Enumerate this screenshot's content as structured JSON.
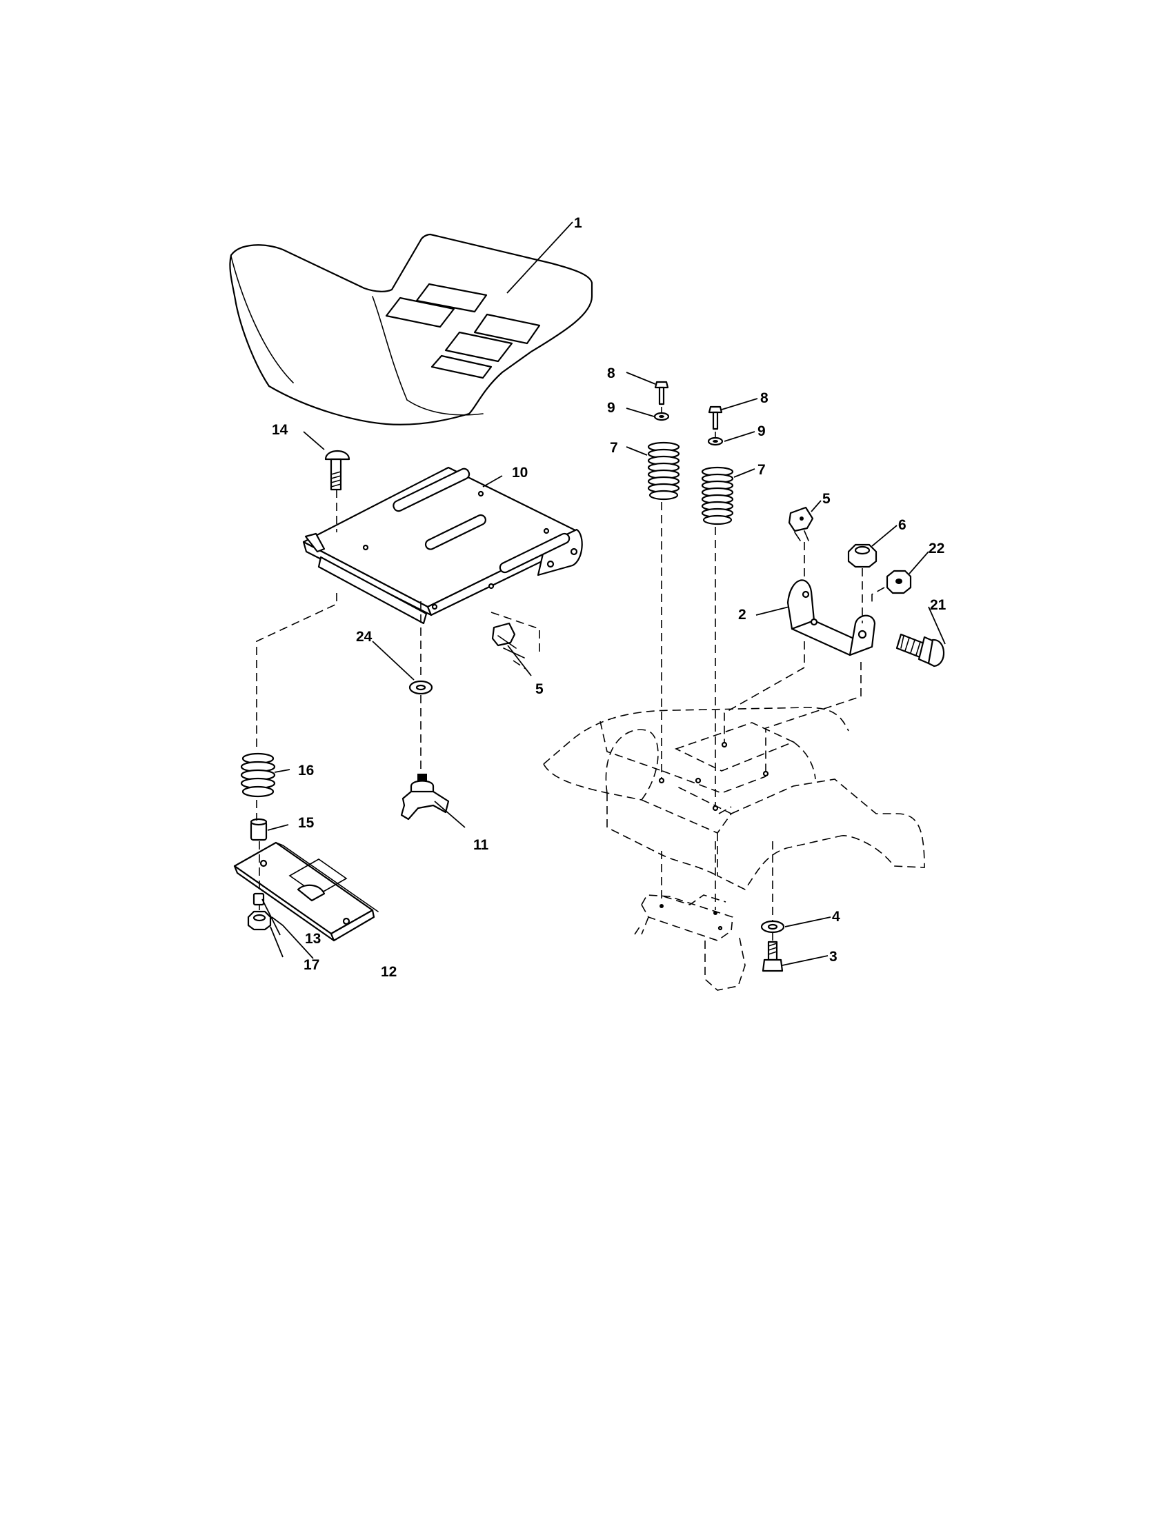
{
  "callouts": {
    "c1": "1",
    "c2": "2",
    "c3": "3",
    "c4": "4",
    "c5a": "5",
    "c5b": "5",
    "c6": "6",
    "c7a": "7",
    "c7b": "7",
    "c8a": "8",
    "c8b": "8",
    "c9a": "9",
    "c9b": "9",
    "c10": "10",
    "c11": "11",
    "c12": "12",
    "c13": "13",
    "c14": "14",
    "c15": "15",
    "c16": "16",
    "c17": "17",
    "c21": "21",
    "c22": "22",
    "c24": "24"
  }
}
